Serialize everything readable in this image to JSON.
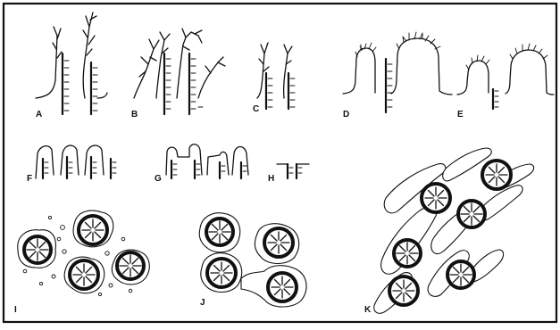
{
  "panel_labels": [
    "A",
    "B",
    "C",
    "D",
    "E",
    "F",
    "G",
    "H",
    "I",
    "J",
    "K"
  ]
}
